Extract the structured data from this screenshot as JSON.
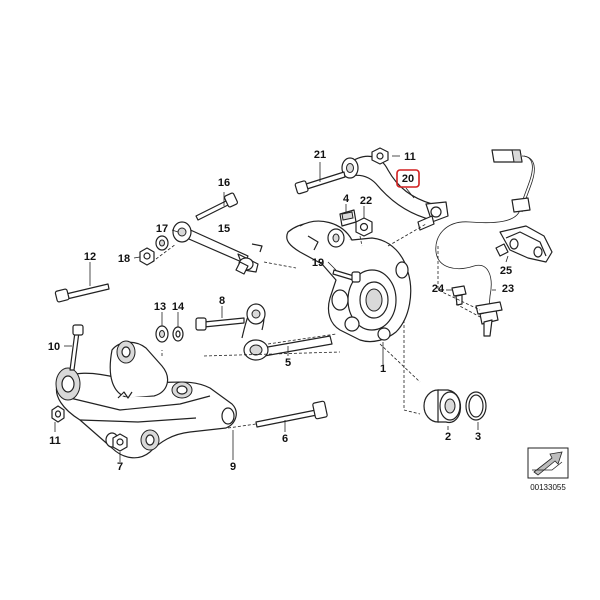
{
  "diagram": {
    "highlight_color": "#d21f1f",
    "line_color": "#222222",
    "labels": {
      "n1": "1",
      "n2": "2",
      "n3": "3",
      "n4": "4",
      "n5": "5",
      "n6": "6",
      "n7": "7",
      "n8": "8",
      "n9": "9",
      "n10": "10",
      "n11a": "11",
      "n11b": "11",
      "n12": "12",
      "n13": "13",
      "n14": "14",
      "n15": "15",
      "n16": "16",
      "n17": "17",
      "n18": "18",
      "n19": "19",
      "n20": "20",
      "n21": "21",
      "n22": "22",
      "n23": "23",
      "n24": "24",
      "n25": "25"
    },
    "catalog_code": "00133055",
    "icon": "arrow-direction-icon"
  }
}
